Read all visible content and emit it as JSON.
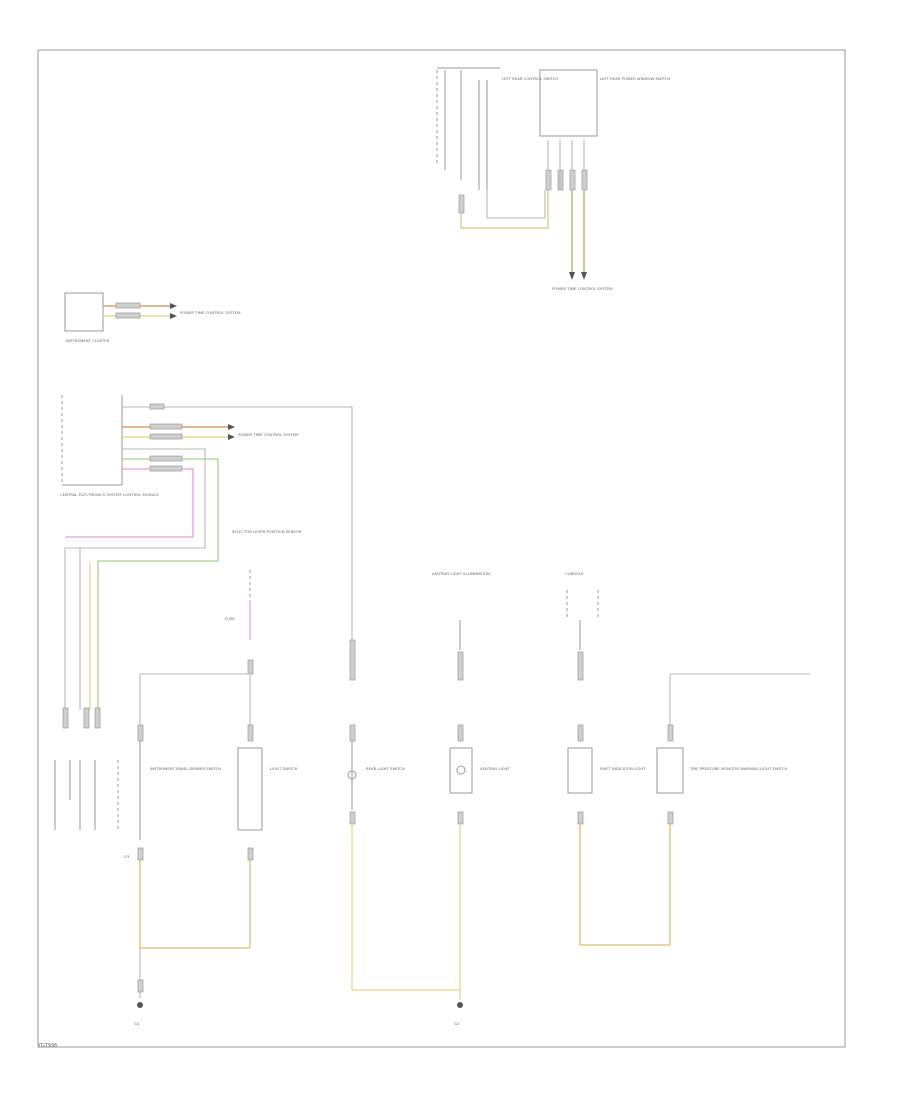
{
  "diagram": {
    "footer_code": "YGT996",
    "components": {
      "left_rear_window_switch": {
        "title": "LEFT REAR POWER WINDOW SWITCH",
        "label": "LEFT REAR CONTROL SWITCH"
      },
      "instrument_cluster": {
        "title": "INSTRUMENT CLUSTER"
      },
      "central_electronics_module": {
        "title": "CENTRAL ELECTRONICS SYSTEM CONTROL MODULE"
      },
      "selector_lever_sensor": {
        "title": "SELECTOR LEVER POSITION SENSOR"
      },
      "instrument_panel_dimmer_switch": {
        "title": "INSTRUMENT PANEL DIMMER SWITCH"
      },
      "light_switch": {
        "title": "LIGHT SWITCH"
      },
      "rear_light_switch": {
        "title": "REAR LIGHT SWITCH"
      },
      "ashtray_light": {
        "title": "ASHTRAY LIGHT",
        "header": "ASHTRAY LIGHT ILLUMINATION"
      },
      "shift_display": {
        "title": "SHIFT INDICATOR LIGHT",
        "header": "CONSOLE"
      },
      "tire_pressure_monitor": {
        "title": "TIRE PRESSURE MONITOR WARNING LIGHT SWITCH"
      }
    },
    "connectors": {
      "to_dimmer": "POWER TIME CONTROL SYSTEM",
      "from_cem": "POWER TIME CONTROL SYSTEM",
      "from_cluster": "POWER TIME CONTROL SYSTEM"
    },
    "grounds": {
      "g1": "G1",
      "g2": "G2"
    },
    "fuse": {
      "label": "FUSE"
    }
  }
}
